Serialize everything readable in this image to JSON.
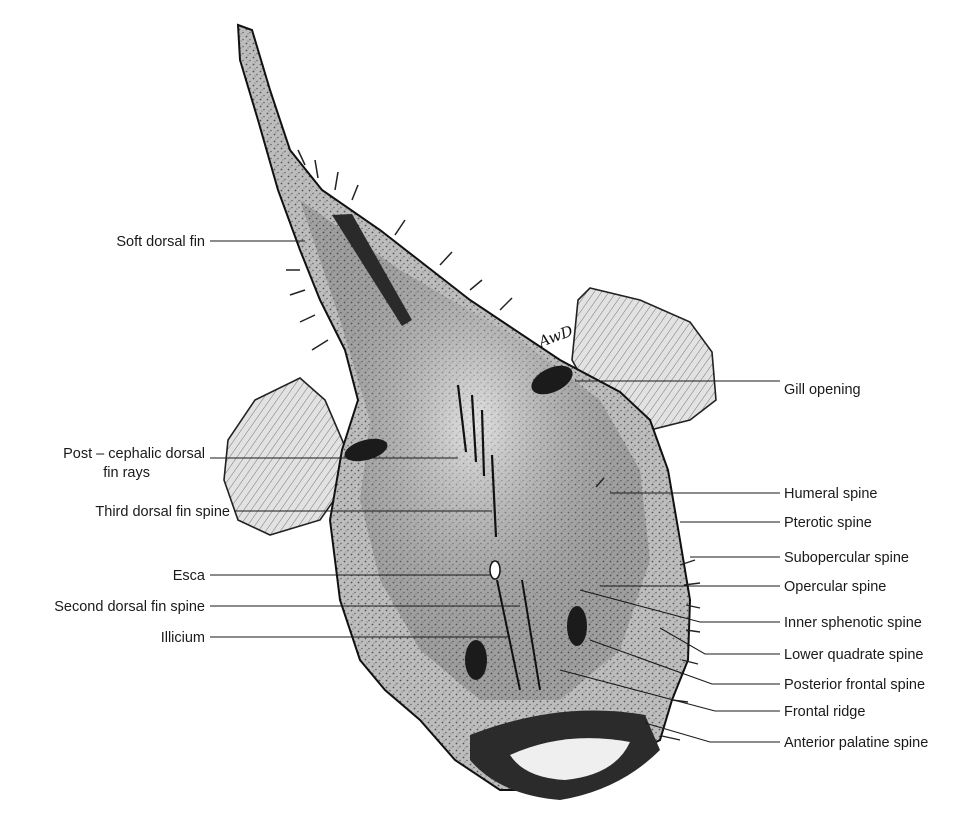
{
  "signature": "AwD",
  "labels": {
    "soft_dorsal_fin": "Soft dorsal fin",
    "post_cephalic_1": "Post – cephalic dorsal",
    "post_cephalic_2": "fin rays",
    "third_dorsal_fin_spine": "Third dorsal fin spine",
    "esca": "Esca",
    "second_dorsal_fin_spine": "Second dorsal fin spine",
    "illicium": "Illicium",
    "gill_opening": "Gill opening",
    "humeral_spine": "Humeral spine",
    "pterotic_spine": "Pterotic spine",
    "subopercular_spine": "Subopercular spine",
    "opercular_spine": "Opercular spine",
    "inner_sphenotic_spine": "Inner sphenotic spine",
    "lower_quadrate_spine": "Lower quadrate spine",
    "posterior_frontal_spine": "Posterior frontal spine",
    "frontal_ridge": "Frontal ridge",
    "anterior_palatine_spine": "Anterior palatine spine"
  },
  "colors": {
    "ink": "#1a1a1a",
    "paper": "#ffffff"
  }
}
